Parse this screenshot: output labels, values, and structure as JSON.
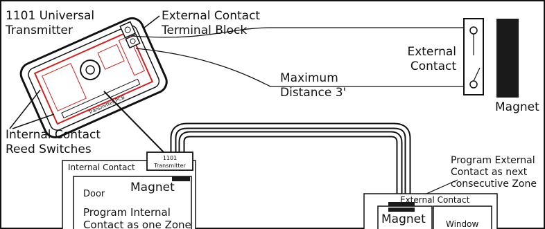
{
  "labels": {
    "transmitter_title_1": "1101 Universal",
    "transmitter_title_2": "Transmitter",
    "ext_terminal_1": "External Contact",
    "ext_terminal_2": "Terminal Block",
    "internal_reed_1": "Internal Contact",
    "internal_reed_2": "Reed Switches",
    "max_distance_1": "Maximum",
    "max_distance_2": "Distance 3'",
    "external_contact_1": "External",
    "external_contact_2": "Contact",
    "magnet_right": "Magnet",
    "program_external_1": "Program External",
    "program_external_2": "Contact as next",
    "program_external_3": "consecutive Zone"
  },
  "door_panel": {
    "title": "Internal Contact",
    "door_label": "Door",
    "magnet_label": "Magnet",
    "program_1": "Program Internal",
    "program_2": "Contact as one Zone",
    "transmitter_1": "1101",
    "transmitter_2": "Transmitter"
  },
  "window_panel": {
    "title": "External Contact",
    "magnet_label": "Magnet",
    "window_label": "Window"
  },
  "pcb": {
    "label": "Transmitter PCB"
  },
  "colors": {
    "ink": "#111111",
    "accent": "#cc2222"
  }
}
